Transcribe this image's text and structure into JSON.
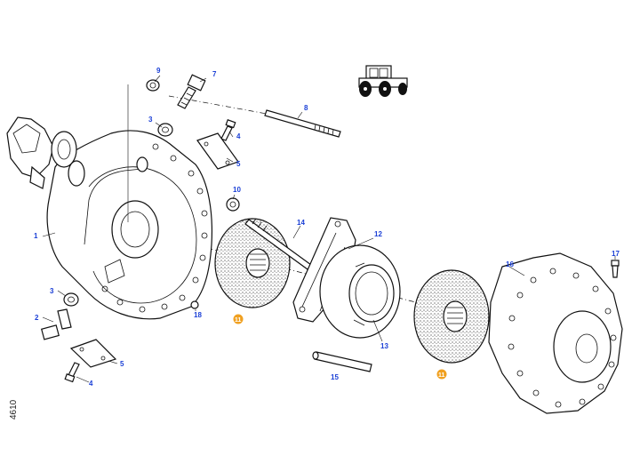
{
  "diagram": {
    "drawing_code": "4610",
    "labels": [
      {
        "id": "1",
        "text": "1"
      },
      {
        "id": "2",
        "text": "2"
      },
      {
        "id": "3a",
        "text": "3"
      },
      {
        "id": "3b",
        "text": "3"
      },
      {
        "id": "4a",
        "text": "4"
      },
      {
        "id": "4b",
        "text": "4"
      },
      {
        "id": "5a",
        "text": "5"
      },
      {
        "id": "5b",
        "text": "5"
      },
      {
        "id": "7",
        "text": "7"
      },
      {
        "id": "8",
        "text": "8"
      },
      {
        "id": "9",
        "text": "9"
      },
      {
        "id": "10",
        "text": "10"
      },
      {
        "id": "11a",
        "text": "11"
      },
      {
        "id": "11b",
        "text": "11"
      },
      {
        "id": "12",
        "text": "12"
      },
      {
        "id": "13",
        "text": "13"
      },
      {
        "id": "14",
        "text": "14"
      },
      {
        "id": "15",
        "text": "15"
      },
      {
        "id": "16",
        "text": "16"
      },
      {
        "id": "17",
        "text": "17"
      },
      {
        "id": "18",
        "text": "18"
      }
    ],
    "colors": {
      "callout": "#1a3fd6",
      "highlight_badge": "#f0a020",
      "line": "#111111"
    },
    "icons": [
      "tractor-icon"
    ]
  }
}
